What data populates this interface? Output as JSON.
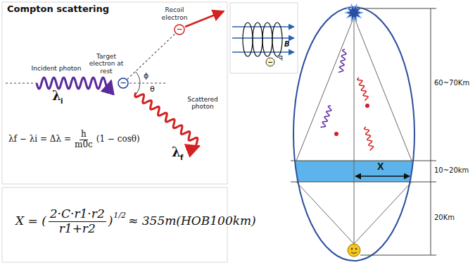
{
  "diagram": {
    "nodes": [
      {
        "text": [
          "−",
          "Target electron at rest"
        ]
      },
      {
        "text": [
          "−",
          "Recoil electron"
        ]
      },
      {
        "text": [
          "X"
        ]
      }
    ],
    "edges": [
      {
        "from": 0,
        "to": 1,
        "arrow": "none"
      }
    ],
    "labels": [
      "Compton scattering",
      "Incident photon",
      "λ",
      "i",
      "ϕ",
      "θ",
      "Scattered photon",
      "λ",
      "f",
      "λf − λi = Δλ =",
      "h",
      "m0c",
      "(1 − cosθ)",
      "X = (",
      "2·C·r1·r2",
      "r1+r2",
      ")",
      "1/2",
      "≈ 355m(HOB100km)",
      "B",
      "−",
      "-q",
      "60~70Km",
      "10~20km",
      "20Km"
    ]
  }
}
